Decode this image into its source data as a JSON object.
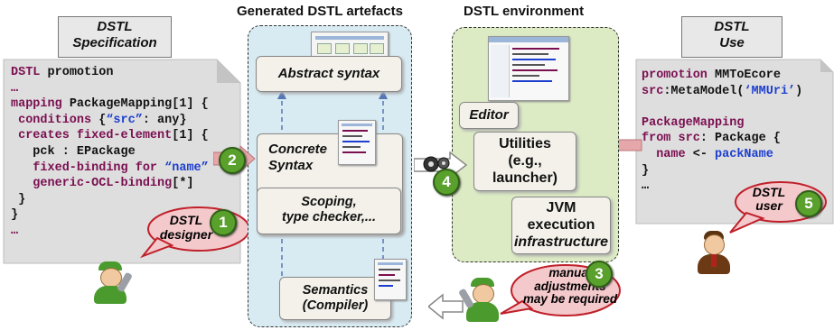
{
  "headers": {
    "generated": "Generated DSTL artefacts",
    "environment": "DSTL environment"
  },
  "spec": {
    "tab_line1": "DSTL",
    "tab_line2": "Specification",
    "code": [
      [
        {
          "t": "DSTL ",
          "c": "kw"
        },
        {
          "t": "promotion",
          "c": "plain"
        }
      ],
      [
        {
          "t": "…",
          "c": "kw"
        }
      ],
      [
        {
          "t": "mapping ",
          "c": "kw"
        },
        {
          "t": "PackageMapping[1] {",
          "c": "plain"
        }
      ],
      [
        {
          "t": " conditions ",
          "c": "kw"
        },
        {
          "t": "{",
          "c": "plain"
        },
        {
          "t": "“src”",
          "c": "str"
        },
        {
          "t": ": any}",
          "c": "plain"
        }
      ],
      [
        {
          "t": " creates fixed-element",
          "c": "kw"
        },
        {
          "t": "[1] {",
          "c": "plain"
        }
      ],
      [
        {
          "t": "   pck : EPackage",
          "c": "plain"
        }
      ],
      [
        {
          "t": "   fixed-binding for ",
          "c": "kw"
        },
        {
          "t": "“name”",
          "c": "str"
        }
      ],
      [
        {
          "t": "   generic-OCL-binding",
          "c": "kw"
        },
        {
          "t": "[*]",
          "c": "plain"
        }
      ],
      [
        {
          "t": " }",
          "c": "plain"
        }
      ],
      [
        {
          "t": "}",
          "c": "plain"
        }
      ],
      [
        {
          "t": "…",
          "c": "kw"
        }
      ]
    ],
    "designer_line1": "DSTL",
    "designer_line2": "designer",
    "designer_num": "1"
  },
  "use": {
    "tab_line1": "DSTL",
    "tab_line2": "Use",
    "code": [
      [
        {
          "t": "promotion ",
          "c": "kw"
        },
        {
          "t": "MMToEcore",
          "c": "plain"
        }
      ],
      [
        {
          "t": "src",
          "c": "kw"
        },
        {
          "t": ":MetaModel(",
          "c": "plain"
        },
        {
          "t": "‘MMUri’",
          "c": "str"
        },
        {
          "t": ")",
          "c": "plain"
        }
      ],
      [
        {
          "t": " ",
          "c": "plain"
        }
      ],
      [
        {
          "t": "PackageMapping",
          "c": "kw"
        }
      ],
      [
        {
          "t": "from ",
          "c": "kw"
        },
        {
          "t": "src",
          "c": "kw"
        },
        {
          "t": ": Package {",
          "c": "plain"
        }
      ],
      [
        {
          "t": "  name ",
          "c": "kw"
        },
        {
          "t": "<- ",
          "c": "plain"
        },
        {
          "t": "packName",
          "c": "str"
        }
      ],
      [
        {
          "t": "}",
          "c": "plain"
        }
      ],
      [
        {
          "t": "…",
          "c": "plain"
        }
      ]
    ],
    "user_line1": "DSTL",
    "user_line2": "user",
    "user_num": "5"
  },
  "artefacts": {
    "abstract_syntax": "Abstract syntax",
    "concrete_line1": "Concrete",
    "concrete_line2": "Syntax",
    "scoping_line1": "Scoping,",
    "scoping_line2": "type checker,...",
    "semantics_line1": "Semantics",
    "semantics_line2": "(Compiler)"
  },
  "environment": {
    "editor": "Editor",
    "utilities_line1": "Utilities",
    "utilities_line2": "(e.g.,",
    "utilities_line3": "launcher)",
    "jvm_line1": "JVM",
    "jvm_line2": "execution",
    "jvm_line3": "infrastructure"
  },
  "steps": {
    "step2": "2",
    "step3": "3",
    "step4": "4",
    "manual_line1": "manual",
    "manual_line2": "adjustments",
    "manual_line3": "may be required"
  },
  "colors": {
    "green_step": "#5aa02c",
    "keyword": "#7a0f50",
    "string": "#1d3fcf",
    "artefact_panel": "#d8ebf3",
    "environment_panel": "#dcebc4",
    "pink_arrow": "#e6a7aa",
    "bubble_fill": "#f4c9cc",
    "bubble_border": "#c0202a"
  }
}
